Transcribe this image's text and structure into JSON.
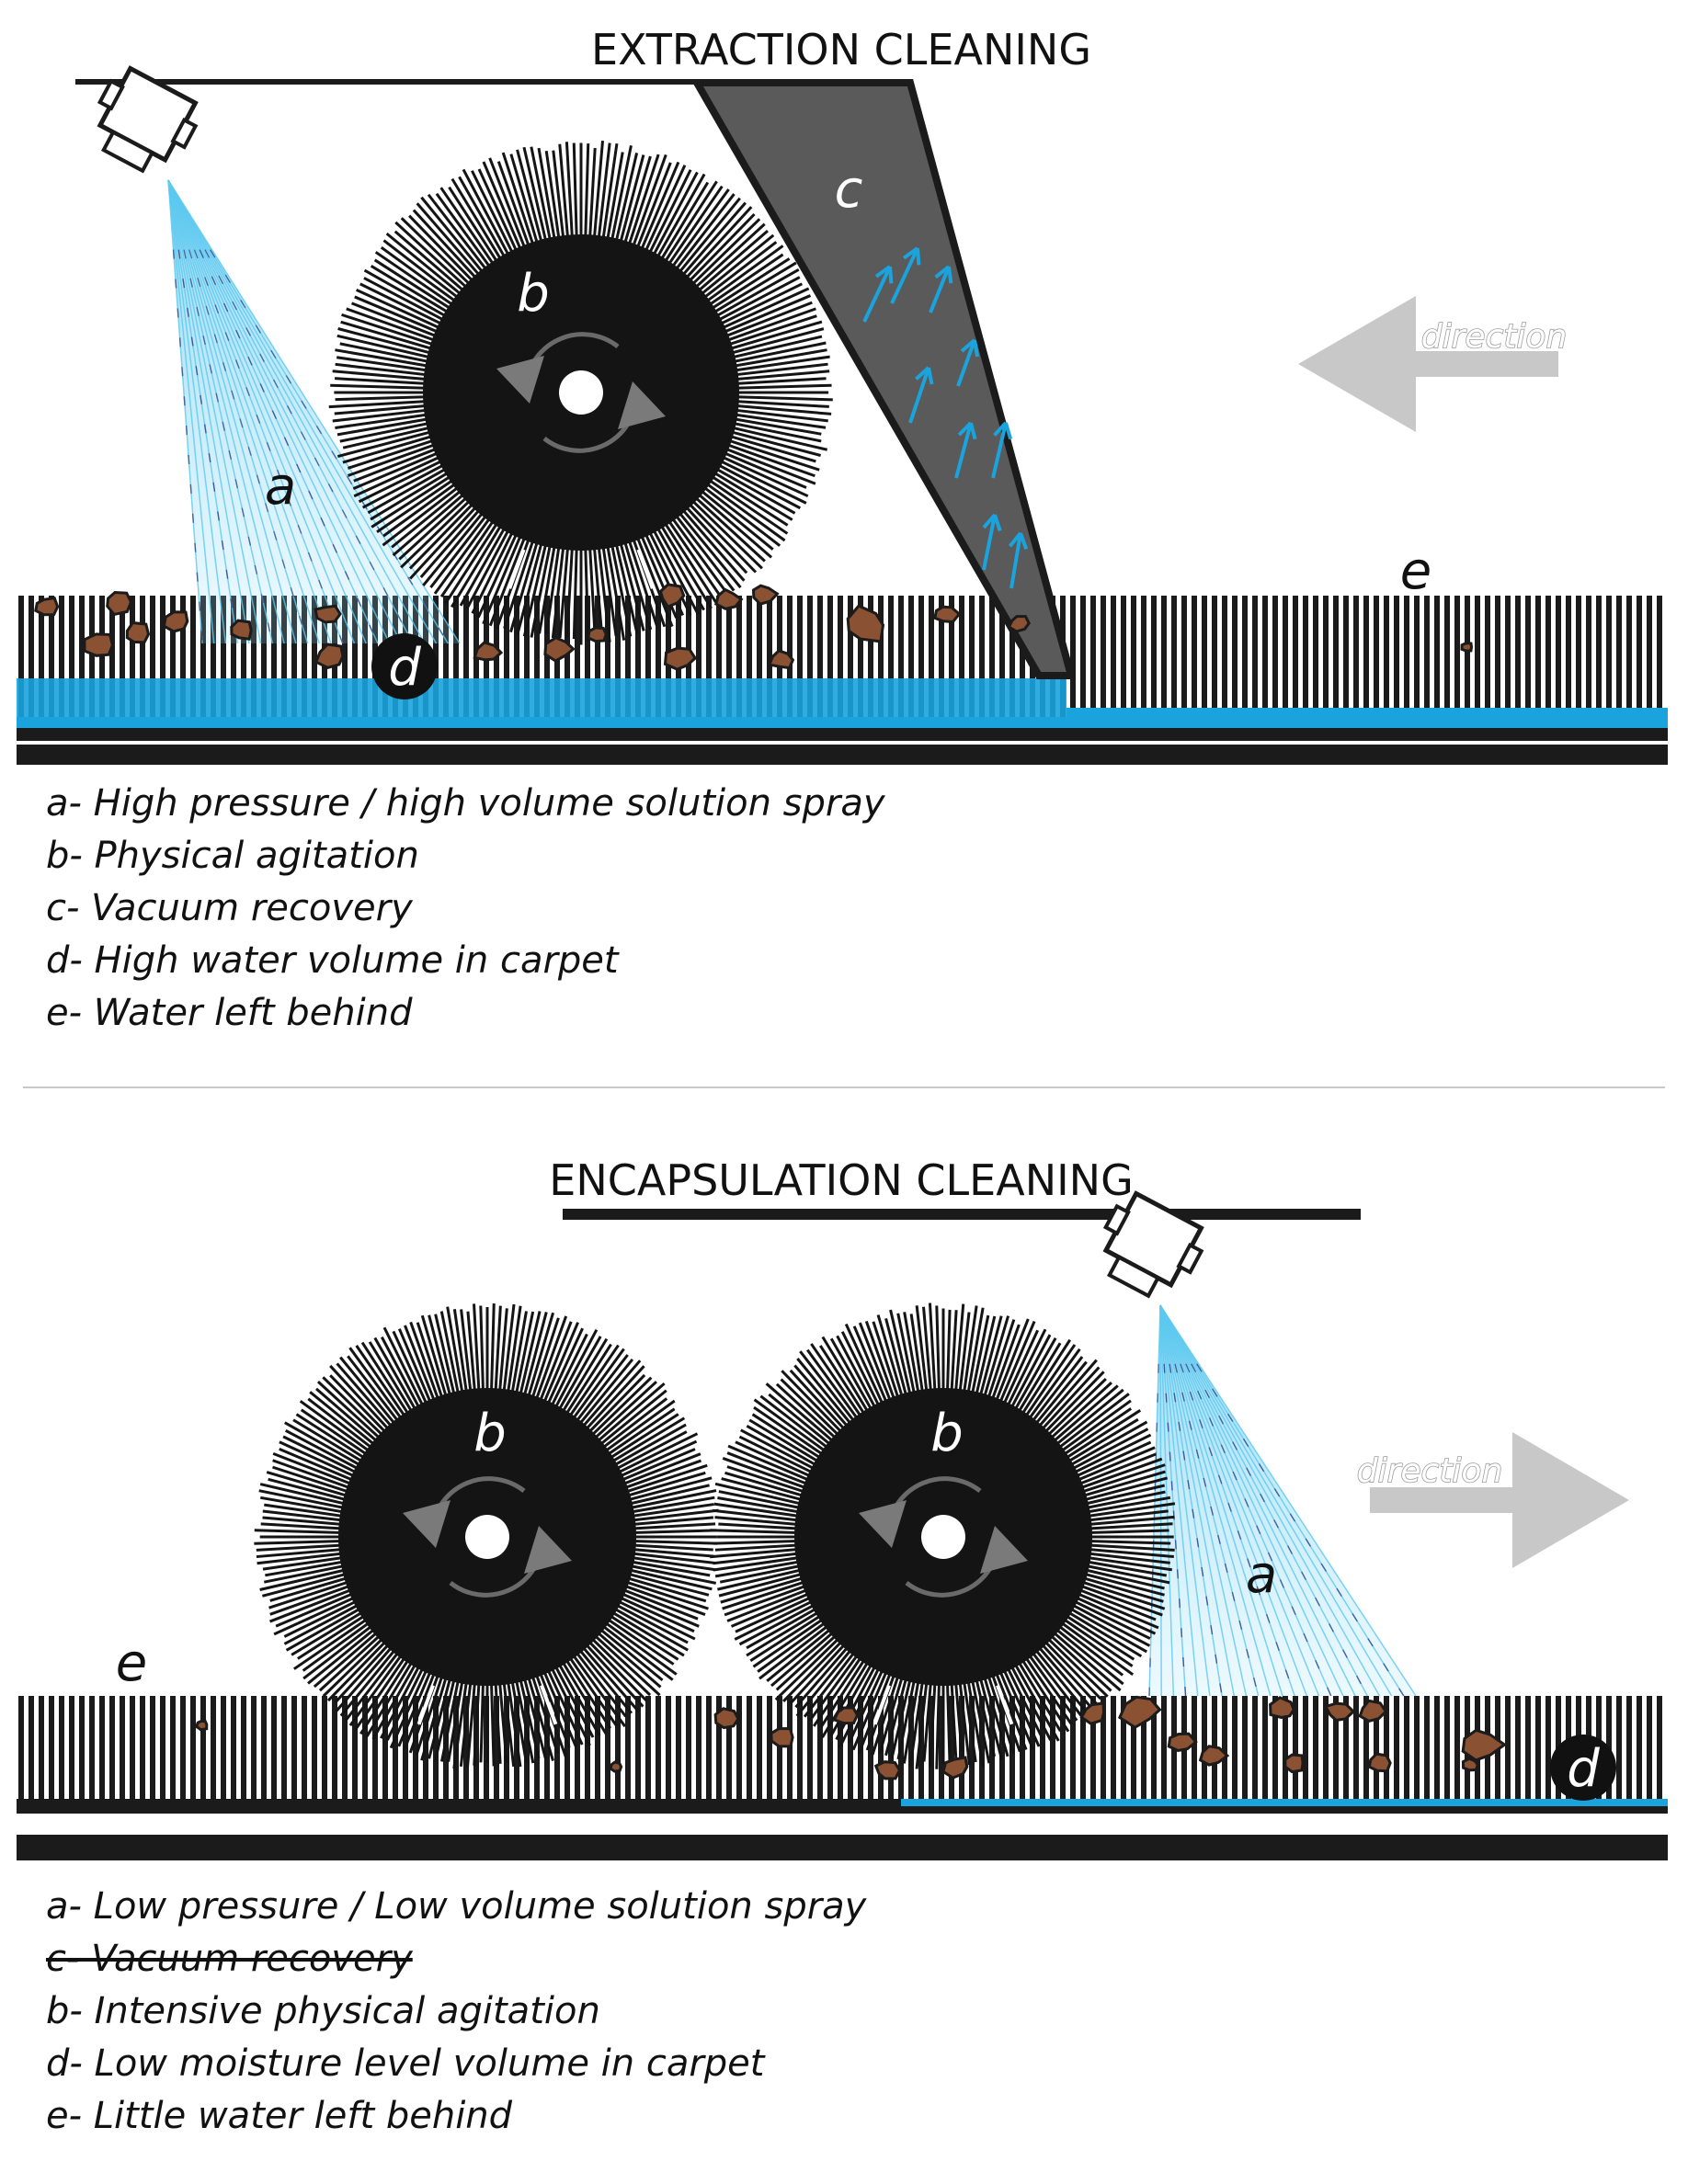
{
  "extraction": {
    "title": "EXTRACTION CLEANING",
    "labels": {
      "a": "a",
      "b": "b",
      "c": "c",
      "d": "d",
      "e": "e"
    },
    "direction_text": "direction",
    "direction": "left",
    "legend": [
      "a- High pressure / high volume solution spray",
      "b- Physical agitation",
      "c- Vacuum recovery",
      "d- High water volume in carpet",
      "e- Water left behind"
    ]
  },
  "encapsulation": {
    "title": "ENCAPSULATION CLEANING",
    "labels": {
      "a": "a",
      "b1": "b",
      "b2": "b",
      "d": "d",
      "e": "e"
    },
    "direction_text": "direction",
    "direction": "right",
    "legend": [
      "a- Low pressure / Low volume solution spray",
      "c- Vacuum recovery",
      "b- Intensive physical agitation",
      "d- Low moisture level volume in carpet",
      "e- Little water left behind"
    ],
    "legend_struck_index": 1
  },
  "colors": {
    "water": "#1aa3dd",
    "brush": "#141414",
    "vacuum_head": "#5a5a5a",
    "dirt": "#8a5232",
    "arrow": "#c8c8c8",
    "spray": "#5cc9f0"
  },
  "icons": [
    "spray-nozzle-icon",
    "rotation-arrows-icon",
    "direction-arrow-icon"
  ]
}
